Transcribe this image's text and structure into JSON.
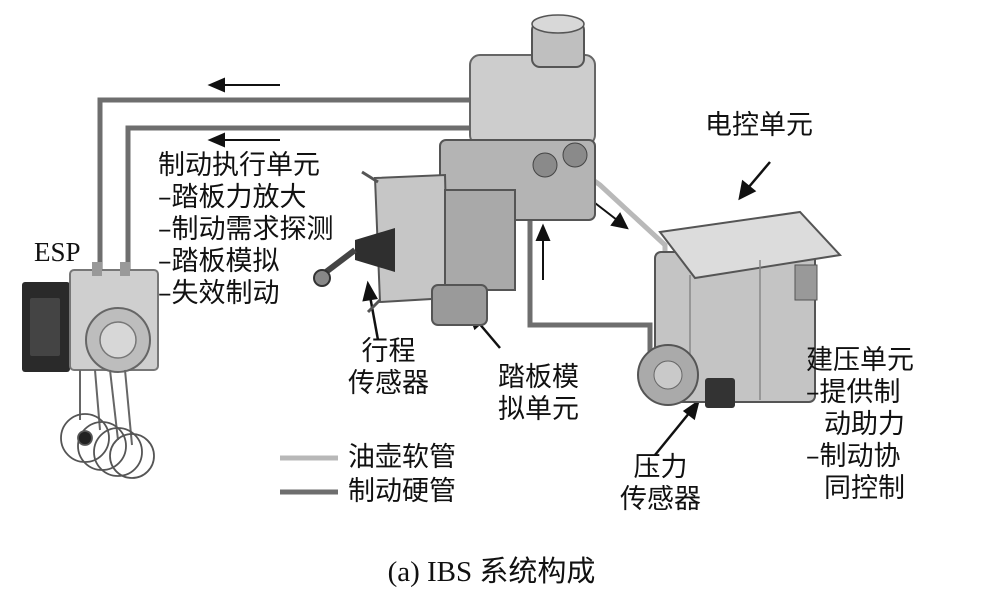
{
  "labels": {
    "esp": "ESP",
    "actuator": {
      "title": "制动执行单元",
      "items": [
        "–踏板力放大",
        "–制动需求探测",
        "–踏板模拟",
        "–失效制动"
      ]
    },
    "ecu": "电控单元",
    "stroke_sensor": [
      "行程",
      "传感器"
    ],
    "pedal_sim": [
      "踏板模",
      "拟单元"
    ],
    "pressure_unit": {
      "title": "建压单元",
      "items": [
        "–提供制",
        "动助力",
        "–制动协",
        "同控制"
      ]
    },
    "pressure_sensor": [
      "压力",
      "传感器"
    ]
  },
  "legend": {
    "items": [
      {
        "label": "油壶软管",
        "color": "#b8b8b8"
      },
      {
        "label": "制动硬管",
        "color": "#6e6e6e"
      }
    ]
  },
  "caption": "(a) IBS 系统构成"
}
